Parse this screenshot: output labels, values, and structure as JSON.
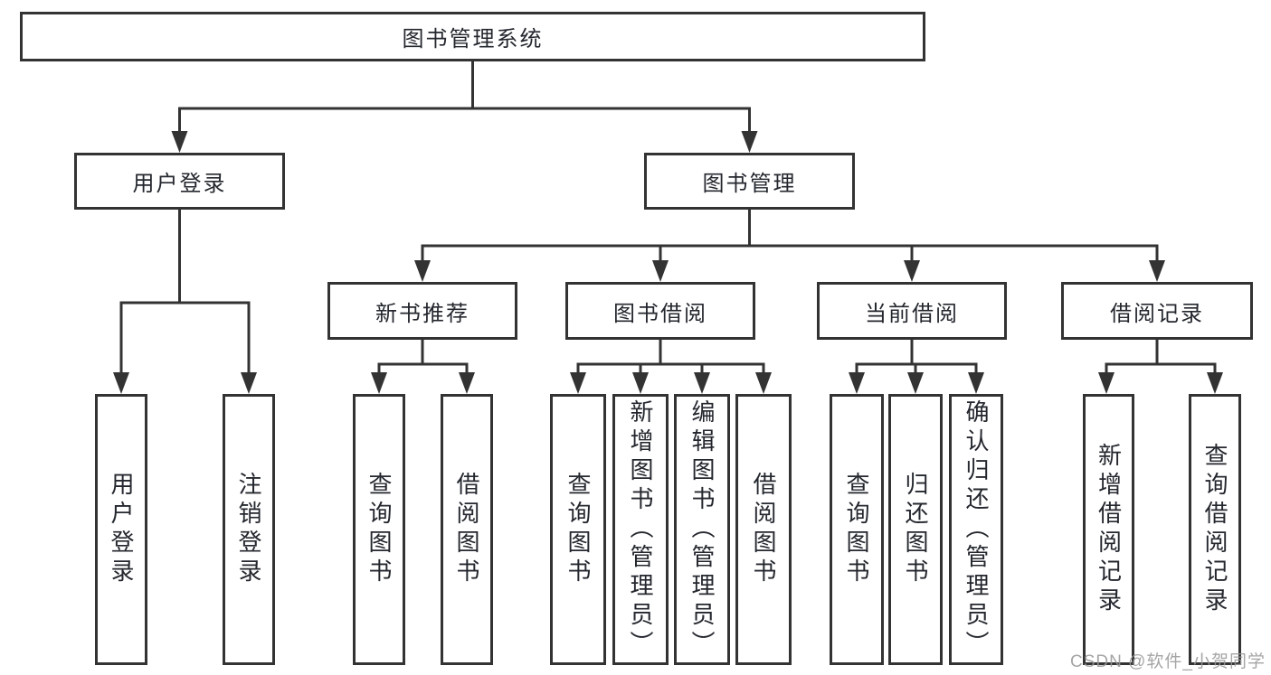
{
  "diagram": {
    "root": "图书管理系统",
    "level2": {
      "user_login": "用户登录",
      "book_mgmt": "图书管理"
    },
    "level3": {
      "new_book_rec": "新书推荐",
      "book_borrow": "图书借阅",
      "current_borrow": "当前借阅",
      "borrow_record": "借阅记录"
    },
    "leaves": {
      "user_login": [
        "用户登录",
        "注销登录"
      ],
      "new_book_rec": [
        "查询图书",
        "借阅图书"
      ],
      "book_borrow": [
        "查询图书",
        "新增图书（管理员）",
        "编辑图书（管理员）",
        "借阅图书"
      ],
      "current_borrow": [
        "查询图书",
        "归还图书",
        "确认归还（管理员）"
      ],
      "borrow_record": [
        "新增借阅记录",
        "查询借阅记录"
      ]
    }
  },
  "watermark": "CSDN @软件_小贺同学",
  "colors": {
    "line": "#333333",
    "box_border": "#333333",
    "text": "#24272e",
    "watermark": "#999999",
    "background": "#ffffff"
  }
}
